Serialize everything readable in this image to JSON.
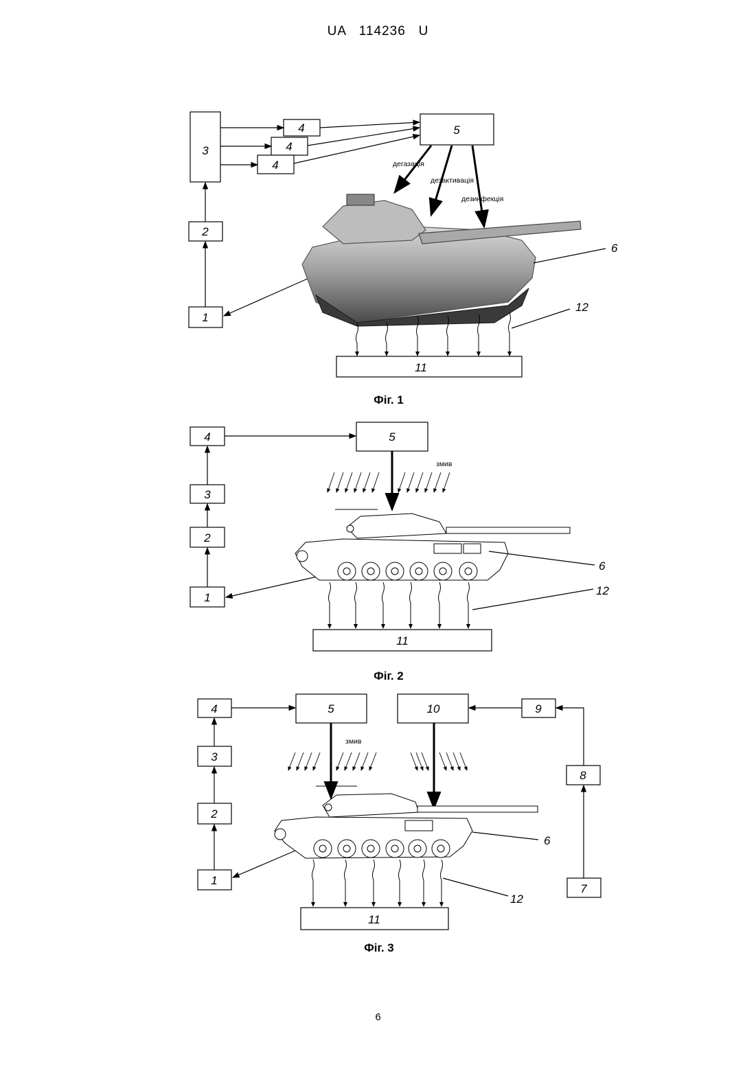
{
  "header": {
    "patent": "UA   114236   U"
  },
  "page_number": "6",
  "fig1": {
    "caption": "Фіг. 1",
    "blocks": {
      "b1": "1",
      "b2": "2",
      "b3": "3",
      "b4a": "4",
      "b4b": "4",
      "b4c": "4",
      "b5": "5",
      "b6": "6",
      "b11": "11",
      "b12": "12"
    },
    "labels": {
      "degas": "дегазація",
      "deact": "дезактивація",
      "disinf": "дезинфекція"
    }
  },
  "fig2": {
    "caption": "Фіг. 2",
    "blocks": {
      "b1": "1",
      "b2": "2",
      "b3": "3",
      "b4": "4",
      "b5": "5",
      "b6": "6",
      "b11": "11",
      "b12": "12"
    },
    "labels": {
      "wash": "змив"
    }
  },
  "fig3": {
    "caption": "Фіг. 3",
    "blocks": {
      "b1": "1",
      "b2": "2",
      "b3": "3",
      "b4": "4",
      "b5": "5",
      "b6": "6",
      "b7": "7",
      "b8": "8",
      "b9": "9",
      "b10": "10",
      "b11": "11",
      "b12": "12"
    },
    "labels": {
      "wash": "змив"
    }
  }
}
